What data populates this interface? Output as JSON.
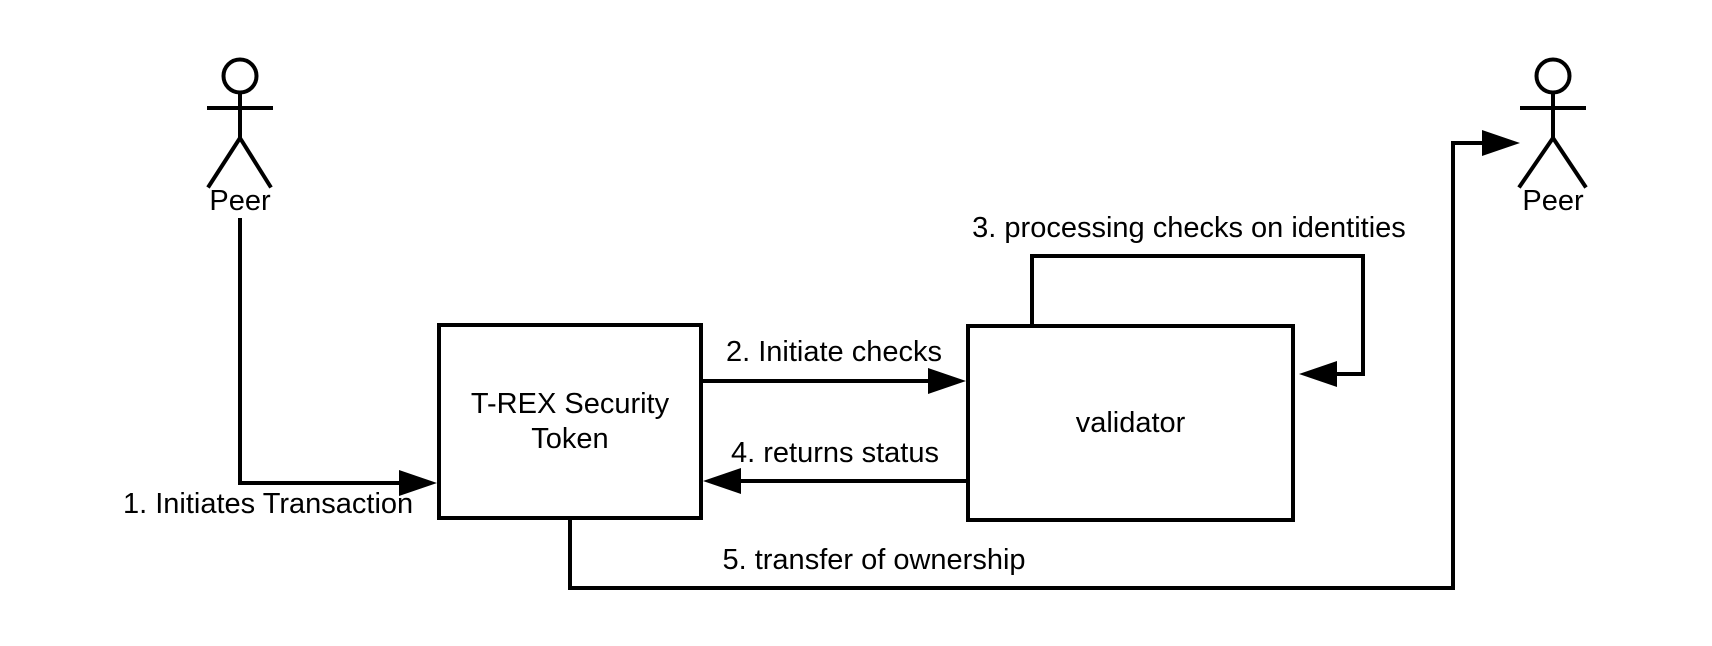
{
  "diagram": {
    "type": "sequence-flow-diagram",
    "colors": {
      "background": "#ffffff",
      "line": "#000000",
      "text": "#000000"
    },
    "actors": [
      {
        "id": "peer-left",
        "label": "Peer"
      },
      {
        "id": "peer-right",
        "label": "Peer"
      }
    ],
    "nodes": [
      {
        "id": "trex-token",
        "label": "T-REX Security Token",
        "label_line1": "T-REX Security",
        "label_line2": "Token"
      },
      {
        "id": "validator",
        "label": "validator"
      }
    ],
    "edges": [
      {
        "step": "1",
        "label": "1. Initiates Transaction",
        "from": "peer-left",
        "to": "trex-token"
      },
      {
        "step": "2",
        "label": "2. Initiate checks",
        "from": "trex-token",
        "to": "validator"
      },
      {
        "step": "3",
        "label": "3. processing checks on identities",
        "from": "validator",
        "to": "validator"
      },
      {
        "step": "4",
        "label": "4. returns status",
        "from": "validator",
        "to": "trex-token"
      },
      {
        "step": "5",
        "label": "5. transfer of ownership",
        "from": "trex-token",
        "to": "peer-right"
      }
    ]
  }
}
